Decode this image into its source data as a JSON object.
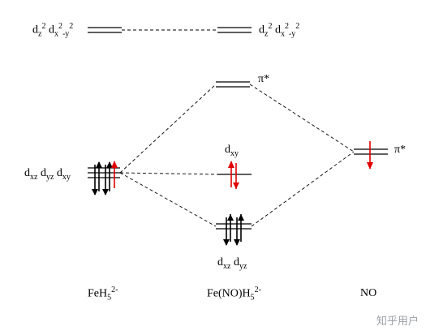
{
  "labels": {
    "eg_left": {
      "d1": "d",
      "d1_sub": "z",
      "d1_sup": "2",
      "d2": " d",
      "d2_sub": "x",
      "d2_sup": "2",
      "d2_sub2": "-y",
      "d2_sup2": "2"
    },
    "eg_right": {
      "d1": "d",
      "d1_sub": "z",
      "d1_sup": "2",
      "d2": " d",
      "d2_sub": "x",
      "d2_sup": "2",
      "d2_sub2": "-y",
      "d2_sup2": "2"
    },
    "pi_star_mid": "π*",
    "pi_star_no": "π*",
    "dxy_mid": {
      "d": "d",
      "sub": "xy"
    },
    "t2g_left": {
      "a": "d",
      "a_sub": "xz",
      "b": " d",
      "b_sub": "yz",
      "c": " d",
      "c_sub": "xy"
    },
    "dxz_dyz_mid": {
      "a": "d",
      "a_sub": "xz",
      "b": " d",
      "b_sub": "yz"
    },
    "col_left": {
      "text": "FeH",
      "sub": "5",
      "sup": "2-"
    },
    "col_mid": {
      "text": "Fe(NO)H",
      "sub": "5",
      "sup": "2-"
    },
    "col_right": {
      "text": "NO"
    }
  },
  "watermark": "知乎用户",
  "colors": {
    "line": "#000000",
    "electron_black": "#000000",
    "electron_red": "#e00000",
    "watermark": "#9aa0a6"
  }
}
